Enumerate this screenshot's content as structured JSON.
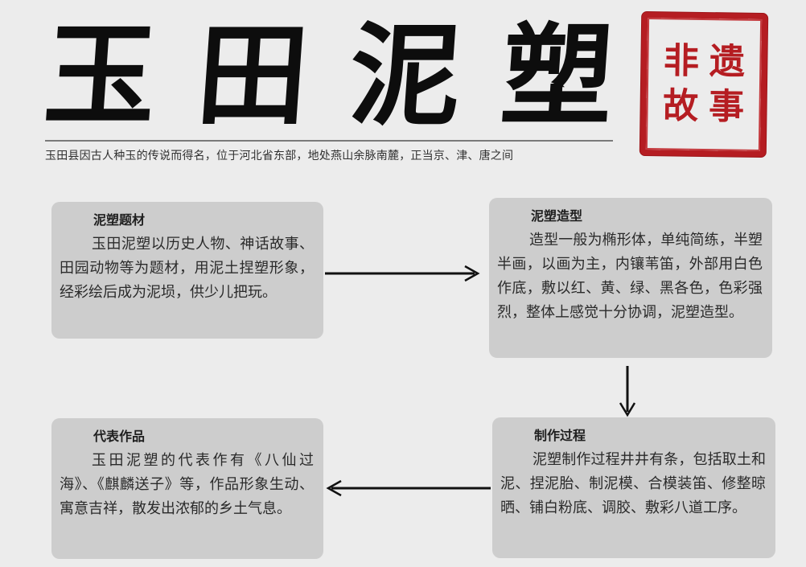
{
  "title": {
    "chars": [
      "玉",
      "田",
      "泥",
      "塑"
    ]
  },
  "subtitle": "玉田县因古人种玉的传说而得名，位于河北省东部，地处燕山余脉南麓，正当京、津、唐之间",
  "seal": {
    "chars": [
      "非",
      "遗",
      "故",
      "事"
    ],
    "color": "#b51d22"
  },
  "cards": [
    {
      "title": "泥塑题材",
      "text": "玉田泥塑以历史人物、神话故事、田园动物等为题材，用泥土捏塑形象，经彩绘后成为泥埙，供少儿把玩。"
    },
    {
      "title": "泥塑造型",
      "text": "造型一般为椭形体，单纯简练，半塑半画，以画为主，内镶苇笛，外部用白色作底，敷以红、黄、绿、黑各色，色彩强烈，整体上感觉十分协调，泥塑造型。"
    },
    {
      "title": "制作过程",
      "text": "泥塑制作过程井井有条，包括取土和泥、捏泥胎、制泥模、合模装笛、修整晾晒、铺白粉底、调胶、敷彩八道工序。"
    },
    {
      "title": "代表作品",
      "text": "玉田泥塑的代表作有《八仙过海》、《麒麟送子》等，作品形象生动、寓意吉祥，散发出浓郁的乡土气息。"
    }
  ],
  "flow": {
    "order": [
      "泥塑题材",
      "泥塑造型",
      "制作过程",
      "代表作品"
    ]
  },
  "colors": {
    "background": "#ececec",
    "card": "#cdcdcd",
    "title": "#0d0d0d",
    "arrow": "#111111"
  }
}
